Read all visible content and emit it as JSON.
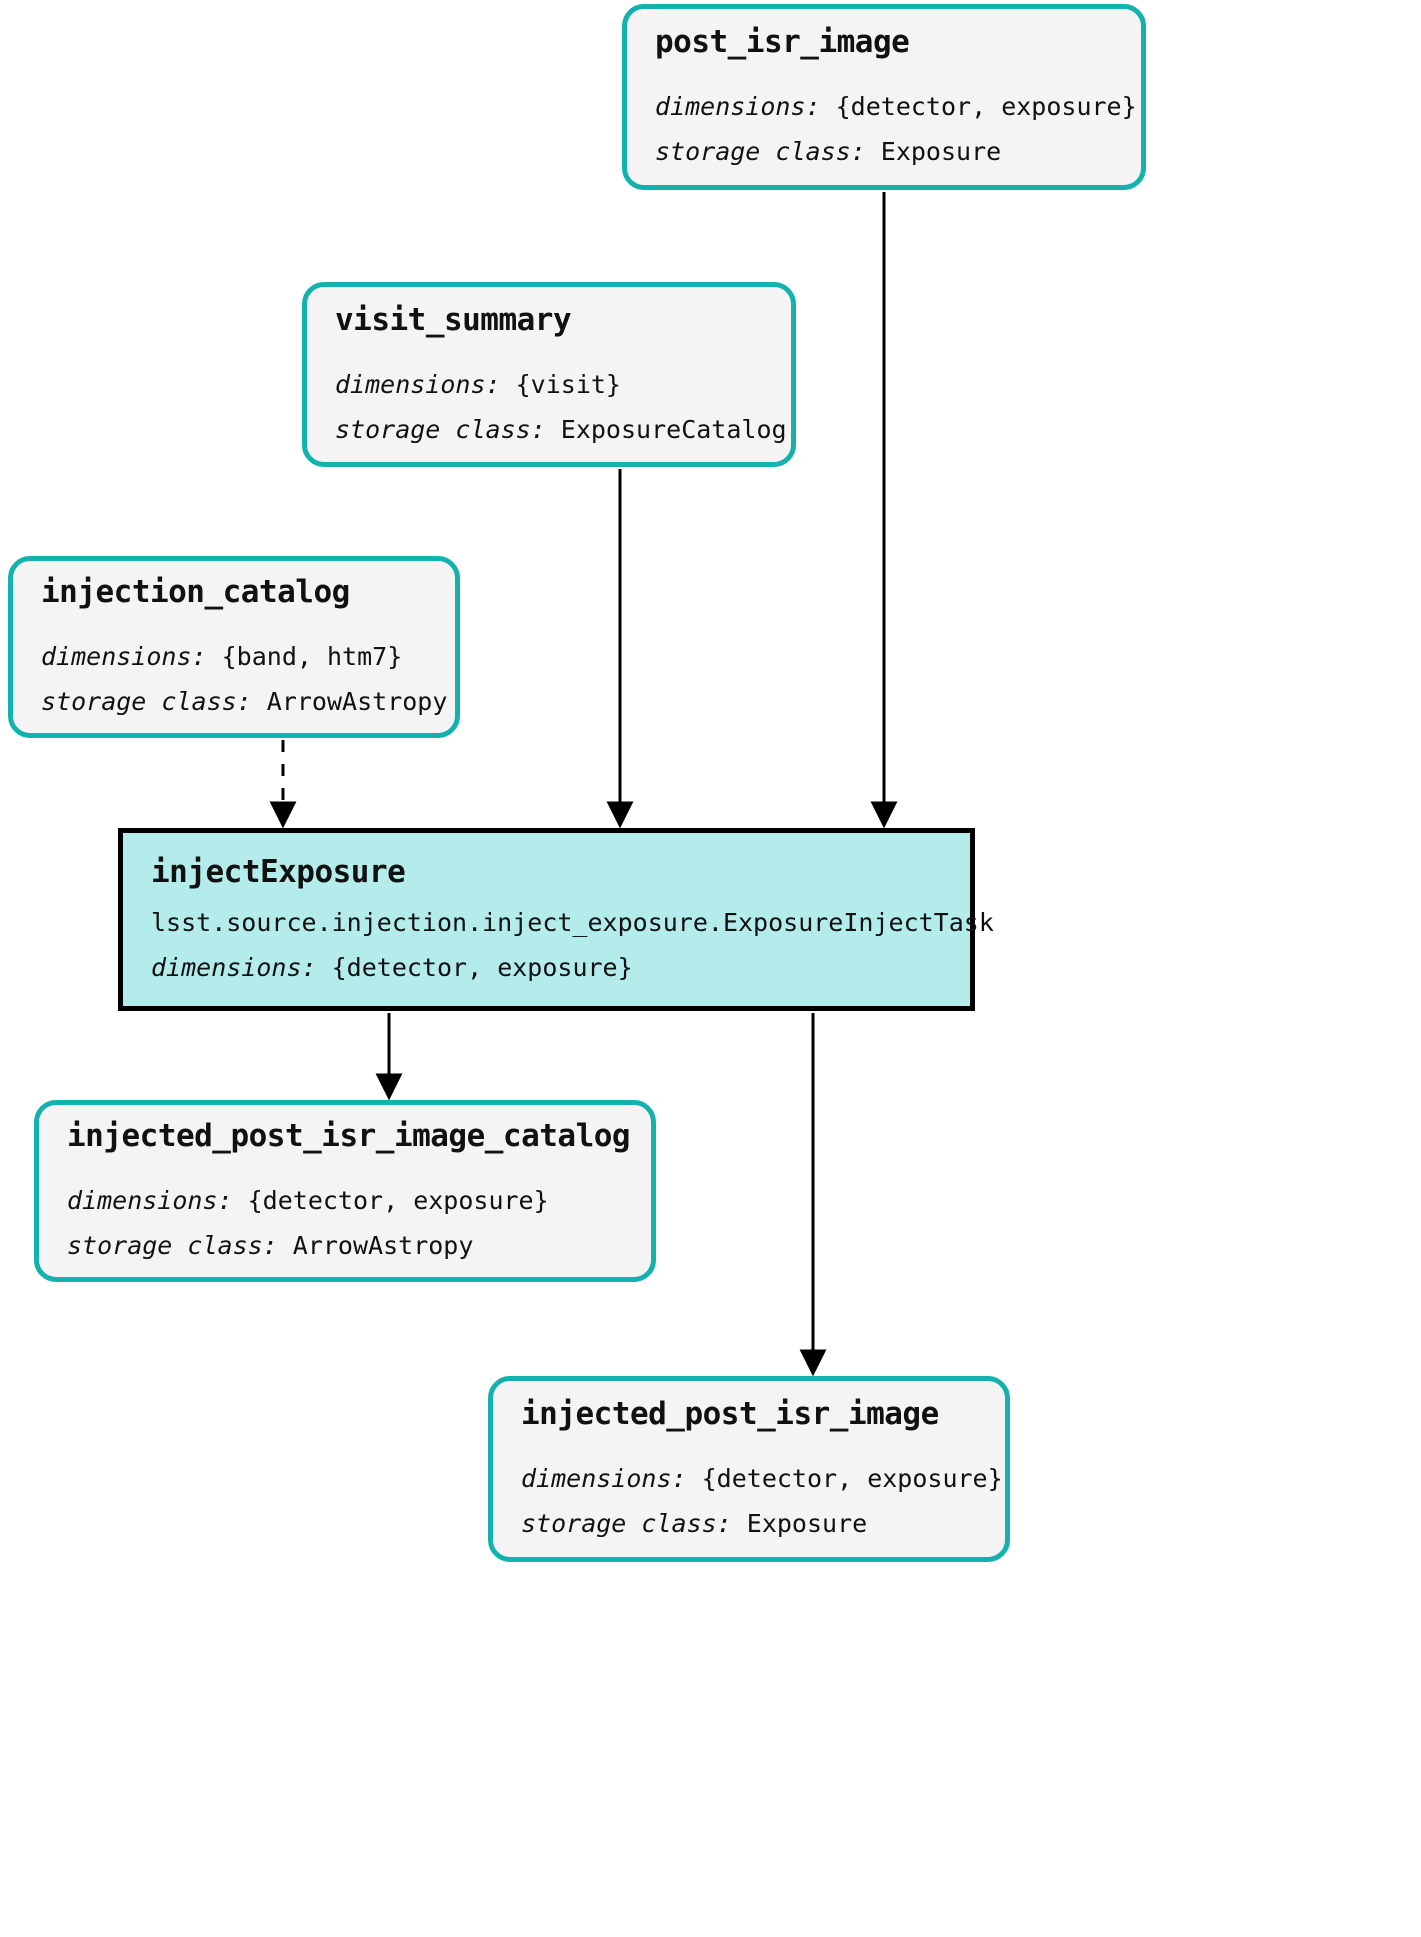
{
  "diagram": {
    "type": "pipeline-task-graph",
    "colors": {
      "dataset_border": "#13b2ae",
      "dataset_fill": "#f4f4f4",
      "task_border": "#000000",
      "task_fill": "#b3ecea",
      "edge": "#000000",
      "text": "#111111"
    },
    "labels": {
      "dimensions_key": "dimensions:",
      "storage_class_key": "storage class:"
    },
    "nodes": [
      {
        "id": "post_isr_image",
        "kind": "dataset",
        "title": "post_isr_image",
        "dimensions": "{detector, exposure}",
        "storage_class": "Exposure"
      },
      {
        "id": "visit_summary",
        "kind": "dataset",
        "title": "visit_summary",
        "dimensions": "{visit}",
        "storage_class": "ExposureCatalog"
      },
      {
        "id": "injection_catalog",
        "kind": "dataset",
        "title": "injection_catalog",
        "dimensions": "{band, htm7}",
        "storage_class": "ArrowAstropy"
      },
      {
        "id": "injectExposure",
        "kind": "task",
        "title": "injectExposure",
        "class_path": "lsst.source.injection.inject_exposure.ExposureInjectTask",
        "dimensions": "{detector, exposure}"
      },
      {
        "id": "injected_post_isr_image_catalog",
        "kind": "dataset",
        "title": "injected_post_isr_image_catalog",
        "dimensions": "{detector, exposure}",
        "storage_class": "ArrowAstropy"
      },
      {
        "id": "injected_post_isr_image",
        "kind": "dataset",
        "title": "injected_post_isr_image",
        "dimensions": "{detector, exposure}",
        "storage_class": "Exposure"
      }
    ],
    "edges": [
      {
        "from": "post_isr_image",
        "to": "injectExposure",
        "style": "solid"
      },
      {
        "from": "visit_summary",
        "to": "injectExposure",
        "style": "solid"
      },
      {
        "from": "injection_catalog",
        "to": "injectExposure",
        "style": "dashed"
      },
      {
        "from": "injectExposure",
        "to": "injected_post_isr_image_catalog",
        "style": "solid"
      },
      {
        "from": "injectExposure",
        "to": "injected_post_isr_image",
        "style": "solid"
      }
    ]
  }
}
